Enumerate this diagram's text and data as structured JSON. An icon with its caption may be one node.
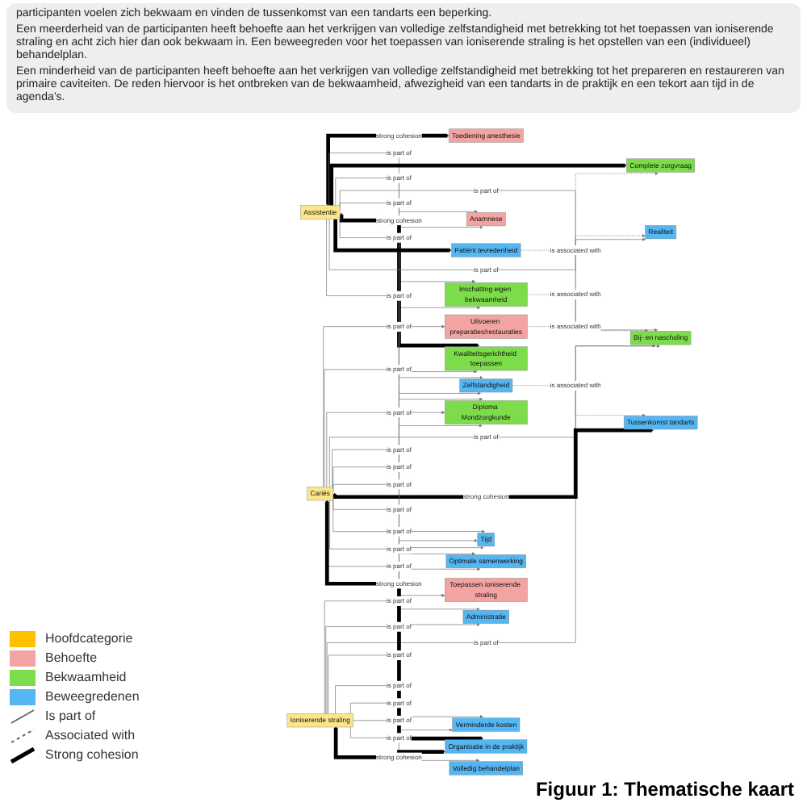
{
  "diagram": {
    "caption": "Figuur 1: Thematische kaart",
    "nodes": [
      {
        "text": [
          "Assistentie"
        ]
      },
      {
        "text": [
          "Cariës"
        ]
      },
      {
        "text": [
          "Ioniserende straling"
        ]
      },
      {
        "text": [
          "Uitvoeren preparaties/restauraties"
        ]
      },
      {
        "text": [
          "Toediening anesthesie"
        ]
      },
      {
        "text": [
          "Toepassen ioniserende straling"
        ]
      },
      {
        "text": [
          "Anamnese"
        ]
      },
      {
        "text": [
          "Complete zorgvraag"
        ]
      },
      {
        "text": [
          "Diploma Mondzorgkunde"
        ]
      },
      {
        "text": [
          "Bij- en nascholing"
        ]
      },
      {
        "text": [
          "Inschatting eigen bekwaamheid"
        ]
      },
      {
        "text": [
          "Kwaliteitsgerichtheid toepassen"
        ]
      },
      {
        "text": [
          "Zelfstandigheid"
        ]
      },
      {
        "text": [
          "Tussenkomst tandarts"
        ]
      },
      {
        "text": [
          "Patiënt tevredenheid"
        ]
      },
      {
        "text": [
          "Realiteit"
        ]
      },
      {
        "text": [
          "Optimale samenwerking"
        ]
      },
      {
        "text": [
          "Volledig behandelplan"
        ]
      },
      {
        "text": [
          "Administratie"
        ]
      },
      {
        "text": [
          "Tijd"
        ]
      },
      {
        "text": [
          "Verminderde kosten"
        ]
      },
      {
        "text": [
          "Organisatie in de praktijk"
        ]
      }
    ],
    "edges": [
      {
        "from": 1,
        "to": 3,
        "arrow": "to",
        "label": "is part of"
      },
      {
        "from": 3,
        "to": 7,
        "arrow": "to",
        "label": "is associated with",
        "style": "dashed"
      },
      {
        "from": 0,
        "to": 4,
        "arrow": "both",
        "label": "strong cohesion",
        "style": "thick",
        "color": "#000000"
      },
      {
        "from": 2,
        "to": 5,
        "arrow": "to",
        "label": "is part of"
      },
      {
        "from": 0,
        "to": 6,
        "arrow": "to",
        "label": "is part of"
      },
      {
        "from": 1,
        "to": 6,
        "arrow": "to",
        "label": "is part of"
      },
      {
        "from": 0,
        "to": 7,
        "arrow": "to",
        "style": "thick",
        "color": "#000000"
      },
      {
        "from": 0,
        "to": 8,
        "arrow": "to",
        "label": "is part of"
      },
      {
        "from": 1,
        "to": 8,
        "arrow": "to",
        "label": "is part of"
      },
      {
        "from": 2,
        "to": 8,
        "arrow": "to",
        "label": "is part of"
      },
      {
        "from": 0,
        "to": 9,
        "arrow": "to",
        "label": "is part of"
      },
      {
        "from": 1,
        "to": 9,
        "arrow": "to",
        "label": "is part of"
      },
      {
        "from": 2,
        "to": 9,
        "arrow": "to",
        "label": "is part of"
      },
      {
        "from": 10,
        "to": 9,
        "arrow": "to",
        "label": "is associated with",
        "style": "dashed"
      },
      {
        "from": 0,
        "to": 10,
        "arrow": "to",
        "label": "is part of"
      },
      {
        "from": 1,
        "to": 10,
        "arrow": "to",
        "label": "is part of"
      },
      {
        "from": 0,
        "to": 11,
        "arrow": "both",
        "label": "strong cohesion",
        "style": "thick",
        "color": "#000000"
      },
      {
        "from": 1,
        "to": 11,
        "arrow": "to",
        "label": "is part of"
      },
      {
        "from": 0,
        "to": 12,
        "arrow": "to",
        "label": "is part of"
      },
      {
        "from": 1,
        "to": 12,
        "arrow": "to",
        "label": "is part of"
      },
      {
        "from": 12,
        "to": 13,
        "arrow": "to",
        "label": "is associated with",
        "style": "dashed"
      },
      {
        "from": 1,
        "to": 13,
        "arrow": "both",
        "label": "strong cohesion",
        "style": "thick",
        "color": "#000000"
      },
      {
        "from": 0,
        "to": 14,
        "arrow": "both",
        "style": "thick",
        "color": "#000000"
      },
      {
        "from": 14,
        "to": 15,
        "arrow": "to",
        "label": "is associated with",
        "style": "dashed"
      },
      {
        "from": 0,
        "to": 15,
        "arrow": "to",
        "label": "is part of"
      },
      {
        "from": 1,
        "to": 16,
        "arrow": "to",
        "label": "is part of"
      },
      {
        "from": 2,
        "to": 16,
        "arrow": "to",
        "label": "is part of"
      },
      {
        "from": 2,
        "to": 17,
        "arrow": "to",
        "label": "is part of"
      },
      {
        "from": 1,
        "to": 18,
        "arrow": "to",
        "label": "is part of"
      },
      {
        "from": 2,
        "to": 18,
        "arrow": "to",
        "label": "is part of"
      },
      {
        "from": 0,
        "to": 19,
        "arrow": "to",
        "label": "is part of"
      },
      {
        "from": 1,
        "to": 19,
        "arrow": "to",
        "label": "is part of"
      },
      {
        "from": 2,
        "to": 19,
        "arrow": "to",
        "label": "is part of"
      },
      {
        "from": 1,
        "to": 20,
        "arrow": "to",
        "label": "is part of"
      },
      {
        "from": 2,
        "to": 20,
        "arrow": "to",
        "label": "is part of"
      },
      {
        "from": 1,
        "to": 21,
        "arrow": "both",
        "label": "strong cohesion",
        "style": "thick",
        "color": "#000000"
      },
      {
        "from": 2,
        "to": 21,
        "arrow": "both",
        "label": "strong cohesion",
        "style": "thick",
        "color": "#000000"
      }
    ],
    "labels": [
      "participanten voelen zich bekwaam en vinden de tussenkomst van een tandarts een beperking.",
      "Een meerderheid van de participanten heeft behoefte aan het verkrijgen van volledige zelfstandigheid met betrekking tot het toepassen van ioniserende straling en acht zich hier dan ook bekwaam in. Een beweegreden voor het toepassen van ioniserende straling is het opstellen van een (individueel) behandelplan.",
      "Een minderheid van de participanten heeft behoefte aan het verkrijgen van volledige zelfstandigheid met betrekking tot het prepareren en restaureren van primaire caviteiten. De reden hiervoor is het ontbreken van de bekwaamheid, afwezigheid van een tandarts in de praktijk en een tekort aan tijd in de agenda’s."
    ],
    "legend": [
      {
        "text": "Hoofdcategorie",
        "color": "#ffc000"
      },
      {
        "text": "Behoefte",
        "color": "#f4a3a3"
      },
      {
        "text": "Bekwaamheid",
        "color": "#7ddc4a"
      },
      {
        "text": "Beweegredenen",
        "color": "#55b6f2"
      },
      {
        "text": "Is part of"
      },
      {
        "text": "Associated with"
      },
      {
        "text": "Strong cohesion"
      }
    ]
  }
}
